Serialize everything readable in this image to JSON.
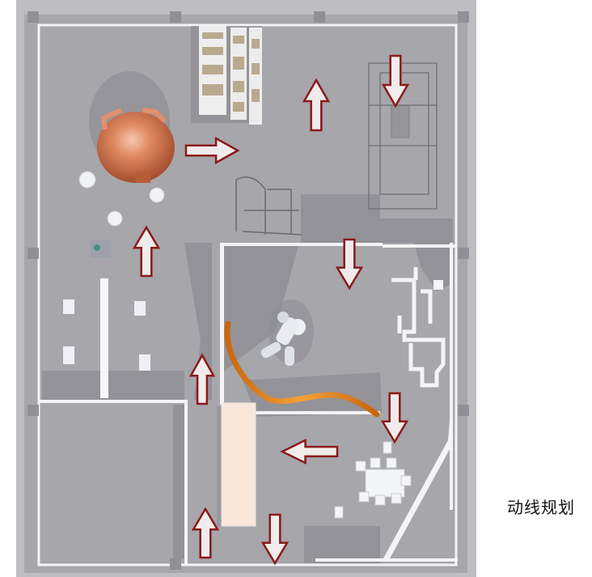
{
  "caption": "动线规划",
  "colors": {
    "arrow_stroke": "#8b1a1a",
    "arrow_fill": "#f1ecec",
    "floor": "#a6a6ab",
    "wall": "#f4f4f6",
    "shadow": "#8d8d93",
    "dome": "#d06c47",
    "ribbon": "#e8891c",
    "table": "#f9e3d8"
  },
  "flow_arrows": [
    {
      "id": "arrow-up-left-entrance",
      "direction": "up"
    },
    {
      "id": "arrow-right-from-dome",
      "direction": "right"
    },
    {
      "id": "arrow-up-center-top",
      "direction": "up"
    },
    {
      "id": "arrow-down-top-right",
      "direction": "down"
    },
    {
      "id": "arrow-down-center-right",
      "direction": "down"
    },
    {
      "id": "arrow-up-center-corridor",
      "direction": "up"
    },
    {
      "id": "arrow-down-lower-right",
      "direction": "down"
    },
    {
      "id": "arrow-left-lower-center",
      "direction": "left"
    },
    {
      "id": "arrow-up-bottom-entrance",
      "direction": "up"
    },
    {
      "id": "arrow-down-bottom-exit",
      "direction": "down"
    }
  ]
}
